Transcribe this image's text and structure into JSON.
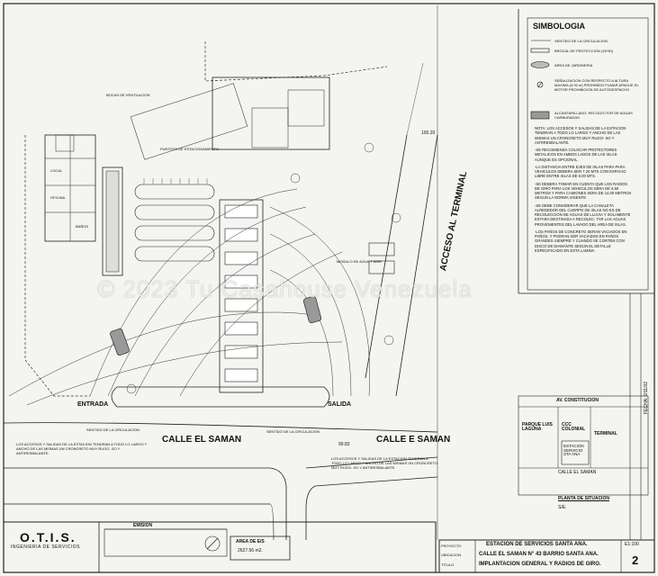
{
  "watermark": "© 2023 Tu Casahouse Venezuela",
  "legend": {
    "title": "SIMBOLOGIA",
    "items": [
      "SENTIDO DE LA CIRCULACION",
      "BROCAL DE PROTECCION (15*30)",
      "AREA DE JARDINERIA",
      "SEÑALIZACION CON RESPECTO A ALTURA MAXIMA (3.90 m) PROHIBIDO FUMAR APAGUE EL MOTOR PROHIBICION DE AUTODESPACHO",
      "ALCANTARILLADO, RECOLECTOR DE AGUAS CARBURADAS"
    ]
  },
  "notes": [
    "NOTA: LOS ACCESOS Y SALIDAS DE LA ESTACION TENDRAN A TODO LO LARGO Y ANCHO DE LAS MISMAS UN CRONCRETO MUY RUGO- SO Y ANTIRESBALANTE.",
    "-SE RECOMIENDA COLOCAR PROTECTORES METALICOS EN AMBOS LADOS DE LAS ISLAS AUNQUE ES OPCIONAL.",
    "-LA DISTANCIA ENTRE EJES DE ISLAS PARA PARA VEHICULOS DEBERA SER 7.20 MTS CON ESPACIO LIBRE ENTRE ISLAS DE 6.00 MTS.",
    "-SE DEBERA TOMAR EN CUENTA QUE LOS RADIOS DE GIRO PARA LOS VEHICULOS SERA DE 6.50 METROS Y PARA CAMIONES SERA DE 14.00 METROS SEGUN LA NORMA VIGENTE",
    "-SE DEBE CONSIDERAR QUE LA CANALETA ALREDEDOR DEL CUERPO DE ISLAS NO ES DE RECOLECCION DE AGUAS DE LLUVIA Y SOLAMENTE ESTARA DESTINADA A RECOLEC- TAR LAS AGUAS PROVENIENTES DEL LAVADO DEL AREA DE ISLAS.",
    "-LOS PAÑOS DE CONCRETO SERAN VACIADOS EN PAÑOS, Y PODRAN SER VACIADOS EN PAÑOS GRANDES SIEMPRE Y CUANDO SE CORTEN CON DISCO DE DIAMANTE SEGUN EL DETALLE ESPECIFICADO EN ESTA LAMINA"
  ],
  "plan_labels": {
    "bocas": "BOCAS DE VENTILACION",
    "puestos": "PUESTOS DE ESTACIONAMIENTO",
    "acceso": "ACCESO AL TERMINAL",
    "calle1": "CALLE EL SAMAN",
    "calle2": "CALLE E SAMAN",
    "entrada": "ENTRADA",
    "salida": "SALIDA",
    "sentido1": "SENTIDO DE LA CIRCULACION",
    "sentido2": "SENTIDO DE LA CIRCULACION",
    "modulo": "MODULO DE AGUA Y AIRE",
    "level": "100.20",
    "level2": "99.83",
    "local": "LOCAL",
    "oficina": "OFICINA",
    "banos": "BAÑOS"
  },
  "street_note_left": "LOS ACCESOS Y SALIDAS DE LA ESTACION TENDRAN A TODO LO LARGO Y ANCHO DE LAS MISMAS UN CRONCRETO MUY RUGO- SO Y ANTIRESBALANTE.",
  "street_note_right": "LOS ACCESOS Y SALIDAS DE LA ESTACION TENDRAN A TODO LO LARGO Y ANCHO DE LAS MISMAS UN CRONCRETO MUY RUGO- SO Y ANTIRESBALANTE.",
  "location": {
    "av": "AV. CONSTITUCION",
    "parque": "PARQUE LUIS LAGUNA",
    "ccc": "CCC COLONIAL",
    "terminal": "TERMINAL",
    "estacion": "ESTACION SERVICIO STA ANA",
    "calle": "CALLE EL SAMAN",
    "plano_title": "PLANTA DE SITUACION",
    "scale": "S/E."
  },
  "title_block": {
    "otis": "O.T.I.S.",
    "ing": "INGENIERIA DE SERVICIOS",
    "emision": "EMISION",
    "area_label": "AREA DE E/S",
    "area_value": "2627.56 m2.",
    "proyecto_label": "PROYECTO",
    "ubicacion_label": "UBICACION",
    "titulo_label": "TITULO",
    "proyecto": "ESTACION DE SERVICIOS SANTA ANA.",
    "ubicacion": "CALLE EL SAMAN N° 43 BARRIO SANTA ANA.",
    "titulo": "IMPLANTACION GENERAL Y RADIOS DE GIRO.",
    "sheet": "2",
    "escala": "E1:100",
    "fecha": "FECHA: 0/11/02"
  }
}
